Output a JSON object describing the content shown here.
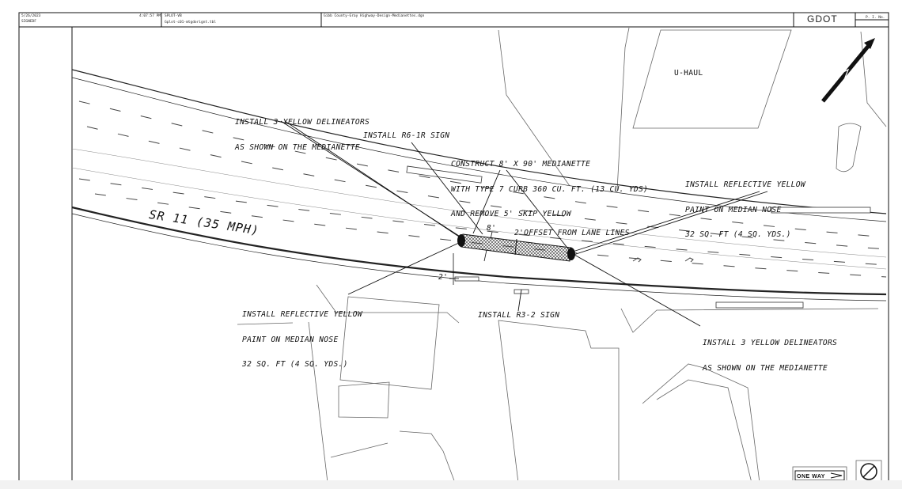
{
  "title_block": {
    "date": "5/26/2023",
    "user": "SIGNEDF",
    "time": "4:07:57 PM",
    "project": "SPLOT-VB",
    "file": "Gplot-c01-mtgdorignt.tbl",
    "drawing": "Gibb County-Gray Highway-Design-Medianettes.dgn",
    "logo": "GDOT",
    "sheet_label": "P. I. No."
  },
  "labels": {
    "road": "SR 11 (35 MPH)",
    "business": "U-HAUL",
    "delineators_nw": [
      "INSTALL 3 YELLOW DELINEATORS",
      "AS SHOWN ON THE MEDIANETTE"
    ],
    "r6_sign": "INSTALL R6-1R SIGN",
    "construct": [
      "CONSTRUCT 8' X 90' MEDIANETTE",
      "WITH TYPE 7 CURB 360 CU. FT. (13 CU. YDS)",
      "AND REMOVE 5' SKIP YELLOW"
    ],
    "paint_east": [
      "INSTALL REFLECTIVE YELLOW",
      "PAINT ON MEDIAN NOSE",
      "32 SQ. FT (4 SQ. YDS.)"
    ],
    "dim_8": "8'",
    "offset": "2'OFFSET FROM LANE LINES",
    "dim_2": "2'",
    "paint_west": [
      "INSTALL REFLECTIVE YELLOW",
      "PAINT ON MEDIAN NOSE",
      "32 SQ. FT (4 SQ. YDS.)"
    ],
    "r3_sign": "INSTALL R3-2 SIGN",
    "delineators_se": [
      "INSTALL 3 YELLOW DELINEATORS",
      "AS SHOWN ON THE MEDIANETTE"
    ],
    "one_way": "ONE WAY"
  }
}
